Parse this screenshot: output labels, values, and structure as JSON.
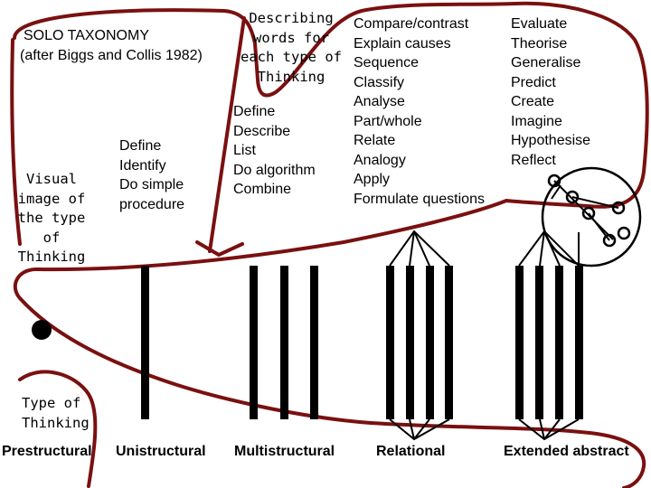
{
  "header": {
    "title": "SOLO TAXONOMY",
    "subtitle": "(after Biggs and Collis 1982)"
  },
  "describing_heading": [
    "Describing",
    "words for",
    "each type of",
    "Thinking"
  ],
  "visual_label": [
    "Visual",
    "image of",
    "the type",
    "of",
    "Thinking"
  ],
  "type_label": [
    "Type of",
    "Thinking"
  ],
  "verbs": {
    "unistructural": [
      "Define",
      "Identify",
      "Do simple",
      "procedure"
    ],
    "multistructural": [
      "Define",
      "Describe",
      "List",
      "Do algorithm",
      "Combine"
    ],
    "relational": [
      "Compare/contrast",
      "Explain causes",
      "Sequence",
      "Classify",
      "Analyse",
      "Part/whole",
      "Relate",
      "Analogy",
      "Apply",
      "Formulate questions"
    ],
    "extended": [
      "Evaluate",
      "Theorise",
      "Generalise",
      "Predict",
      "Create",
      "Imagine",
      "Hypothesise",
      "Reflect"
    ]
  },
  "levels": [
    "Prestructural",
    "Unistructural",
    "Multistructural",
    "Relational",
    "Extended abstract"
  ],
  "colors": {
    "outline": "#7a1010",
    "ink": "#000000"
  }
}
